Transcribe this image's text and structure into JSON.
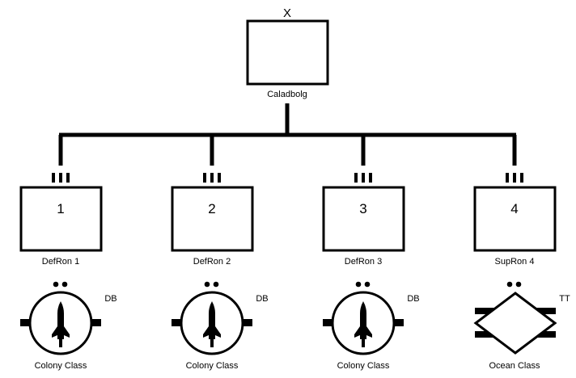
{
  "hq": {
    "echelon": "X",
    "name": "Caladbolg"
  },
  "units": [
    {
      "number": "1",
      "echelon": "III",
      "name": "DefRon 1"
    },
    {
      "number": "2",
      "echelon": "III",
      "name": "DefRon 2"
    },
    {
      "number": "3",
      "echelon": "III",
      "name": "DefRon 3"
    },
    {
      "number": "4",
      "echelon": "III",
      "name": "SupRon 4"
    }
  ],
  "ships": [
    {
      "symbol": "rocket-circle-icon",
      "size": "••",
      "type_code": "DB",
      "class_name": "Colony Class"
    },
    {
      "symbol": "rocket-circle-icon",
      "size": "••",
      "type_code": "DB",
      "class_name": "Colony Class"
    },
    {
      "symbol": "rocket-circle-icon",
      "size": "••",
      "type_code": "DB",
      "class_name": "Colony Class"
    },
    {
      "symbol": "diamond-icon",
      "size": "••",
      "type_code": "TT",
      "class_name": "Ocean Class"
    }
  ]
}
